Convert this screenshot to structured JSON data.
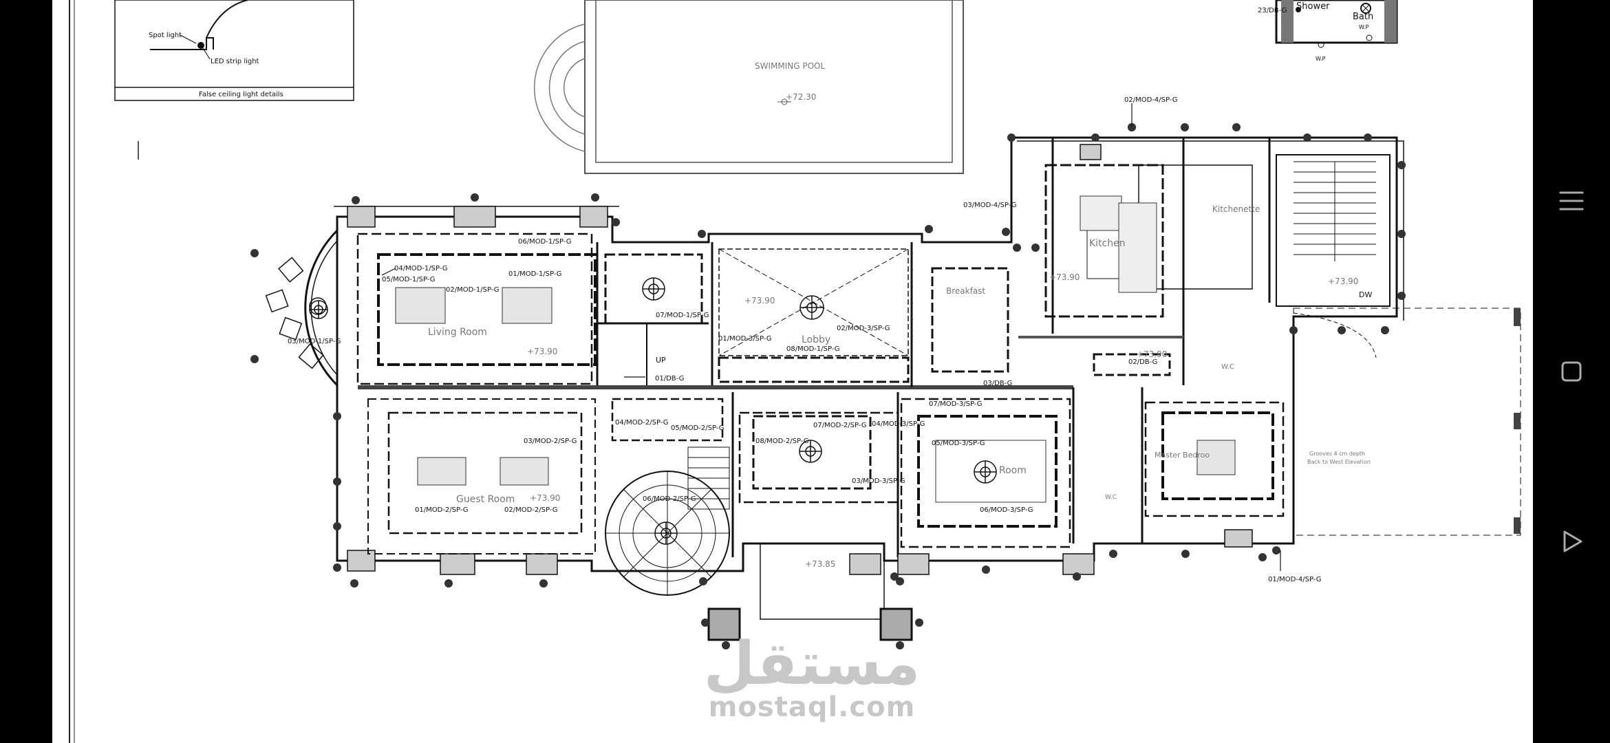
{
  "drawing": {
    "detail": {
      "spot_label": "Spot light",
      "strip_label": "LED strip light",
      "title": "False ceiling light details"
    },
    "pool": {
      "label": "SWIMMING POOL",
      "level": "+72.30"
    },
    "top_right": {
      "db_tag": "23/DB-G",
      "shower": "Shower",
      "bath": "Bath",
      "wp1": "W.P",
      "wp2": "W.P"
    },
    "rooms": {
      "living": "Living Room",
      "guest": "Guest Room",
      "lobby": "Lobby",
      "kitchen": "Kitchen",
      "kitchenette": "Kitchenette",
      "dining": "Room",
      "master": "Master Bedroo",
      "wc": "W.C",
      "wc2": "W.C",
      "breakfast": "Breakfast"
    },
    "levels": [
      "+73.90",
      "+73.90",
      "+73.90",
      "+73.90",
      "+73.90",
      "+73.85",
      "+73.90"
    ],
    "circuits": {
      "c1": "02/MOD-4/SP-G",
      "c2": "03/MOD-4/SP-G",
      "c3": "06/MOD-1/SP-G",
      "c4": "04/MOD-1/SP-G",
      "c5": "05/MOD-1/SP-G",
      "c6": "02/MOD-1/SP-G",
      "c7": "01/MOD-1/SP-G",
      "c8": "03/MOD-1/SP-G",
      "c9": "07/MOD-1/SP-G",
      "c10": "01/MOD-3/SP-G",
      "c11": "08/MOD-1/SP-G",
      "c12": "02/MOD-3/SP-G",
      "c13": "01/DB-G",
      "c14": "03/DB-G",
      "c15": "04/MOD-2/SP-G",
      "c16": "05/MOD-2/SP-G",
      "c17": "03/MOD-2/SP-G",
      "c18": "07/MOD-2/SP-G",
      "c19": "08/MOD-2/SP-G",
      "c20": "04/MOD-3/SP-G",
      "c21": "03/MOD-3/SP-G",
      "c22": "07/MOD-3/SP-G",
      "c23": "05/MOD-3/SP-G",
      "c24": "06/MOD-3/SP-G",
      "c25": "01/MOD-2/SP-G",
      "c26": "02/MOD-2/SP-G",
      "c27": "06/MOD-2/SP-G",
      "c28": "01/MOD-4/SP-G",
      "c29": "02/DB-G"
    },
    "up_label": "UP",
    "dw_label": "DW",
    "note1": "Grooves 4 cm depth",
    "note2": "Back to West Elevation"
  },
  "watermark": {
    "arabic": "مستقل",
    "latin": "mostaql.com"
  },
  "nav_icons": [
    "menu-icon",
    "overview-square-icon",
    "back-triangle-icon"
  ]
}
